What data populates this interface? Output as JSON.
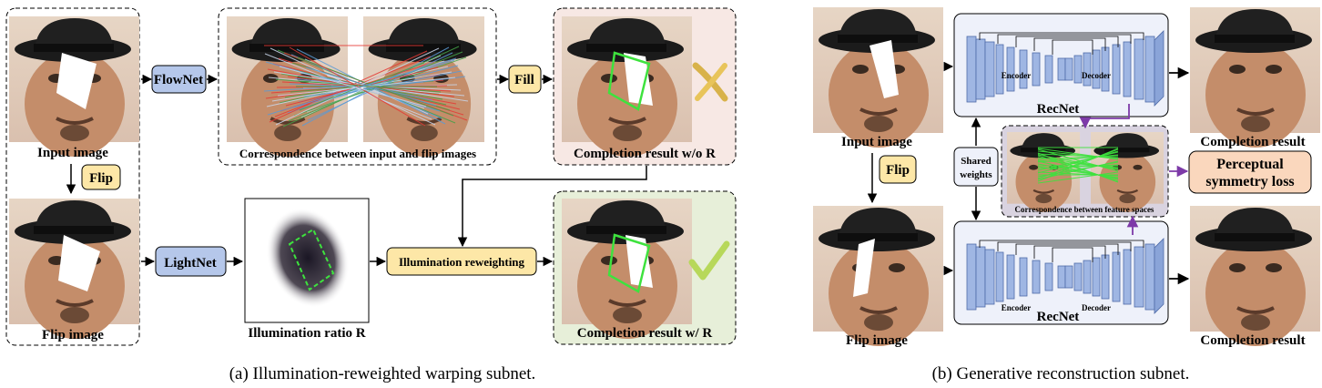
{
  "left_panel": {
    "labels": {
      "input_image": "Input image",
      "flip_image": "Flip image",
      "flip_btn": "Flip",
      "flownet": "FlowNet",
      "fill": "Fill",
      "lightnet": "LightNet",
      "correspondence": "Correspondence between input and flip images",
      "completion_wo": "Completion result w/o R",
      "illum_ratio": "Illumination ratio R",
      "illum_reweight": "Illumination reweighting",
      "completion_w": "Completion result w/ R"
    },
    "caption": "(a)  Illumination-reweighted warping subnet."
  },
  "right_panel": {
    "labels": {
      "input_image": "Input image",
      "flip_image": "Flip image",
      "flip_btn": "Flip",
      "shared_weights_1": "Shared",
      "shared_weights_2": "weights",
      "recnet_top": "RecNet",
      "recnet_bottom": "RecNet",
      "encoder_top": "Encoder",
      "decoder_top": "Decoder",
      "encoder_bottom": "Encoder",
      "decoder_bottom": "Decoder",
      "feat_corr": "Correspondence between feature spaces",
      "completion_top": "Completion result",
      "completion_bottom": "Completion result",
      "perceptual_1": "Perceptual",
      "perceptual_2": "symmetry loss"
    },
    "caption": "(b)  Generative reconstruction subnet."
  },
  "colors": {
    "yellow_box": "#fde7a7",
    "blue_box": "#b5c7ea",
    "orange_box": "#fad7bd",
    "red_panel": "#f7e8e4",
    "green_panel": "#e7efd9",
    "purple_arrow": "#7d3aa8",
    "mask_green": "#3ee23e"
  }
}
